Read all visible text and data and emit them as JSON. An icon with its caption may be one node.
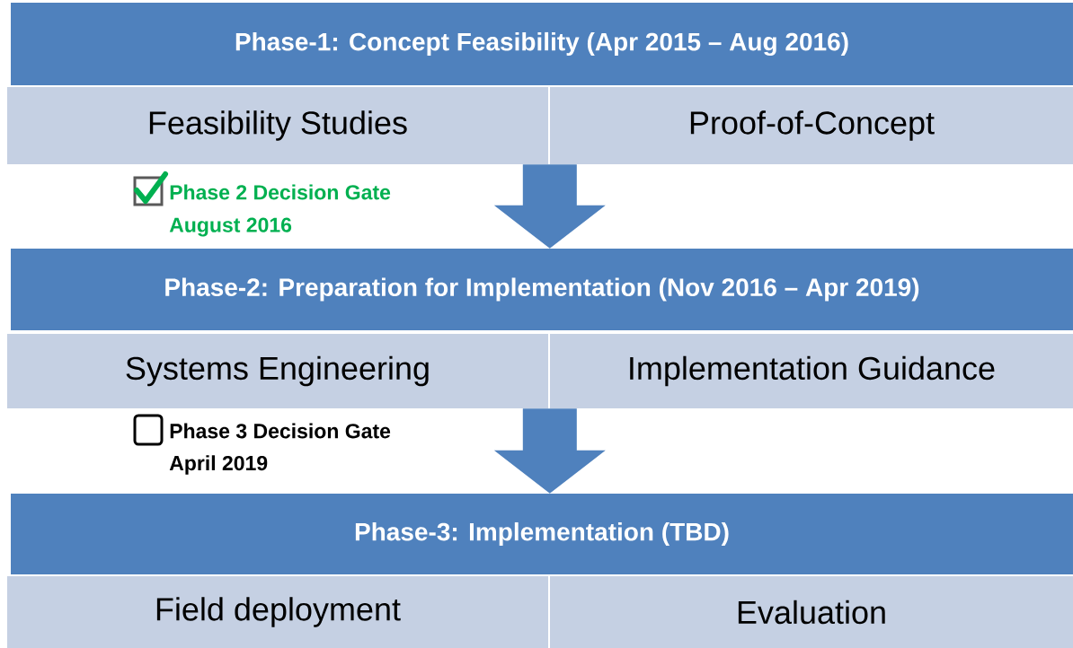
{
  "diagram": {
    "nodes": [
      {
        "text": [
          "Phase-1: Concept Feasibility (Apr 2015 – Aug 2016)"
        ]
      },
      {
        "text": [
          "Feasibility Studies"
        ]
      },
      {
        "text": [
          "Proof-of-Concept"
        ]
      },
      {
        "text": [
          "Phase-2: Preparation for Implementation (Nov 2016 – Apr 2019)"
        ]
      },
      {
        "text": [
          "Systems Engineering"
        ]
      },
      {
        "text": [
          "Implementation Guidance"
        ]
      },
      {
        "text": [
          "Phase-3: Implementation (TBD)"
        ]
      },
      {
        "text": [
          "Field deployment"
        ]
      },
      {
        "text": [
          "Evaluation"
        ]
      }
    ],
    "edges": [
      {
        "from": 2,
        "to": 3,
        "arrow": "to"
      },
      {
        "from": 5,
        "to": 6,
        "arrow": "to"
      }
    ],
    "labels": [
      "Phase 2 Decision Gate",
      "August 2016",
      "Phase 3 Decision Gate",
      "April 2019"
    ]
  }
}
